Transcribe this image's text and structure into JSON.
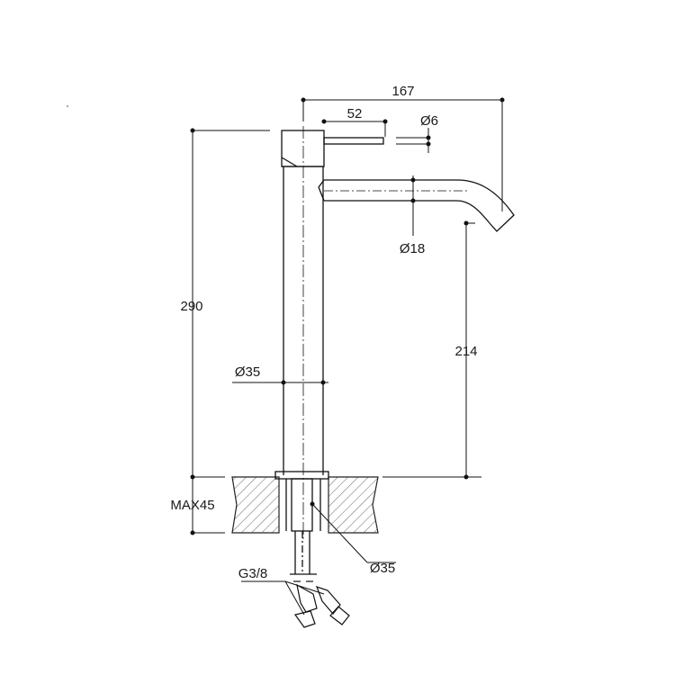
{
  "drawing": {
    "dimensions": {
      "overall_width": "167",
      "handle_length": "52",
      "handle_diameter": "Ø6",
      "spout_diameter": "Ø18",
      "overall_height": "290",
      "spout_height": "214",
      "body_diameter": "Ø35",
      "max_deck_thickness": "MAX45",
      "base_diameter": "Ø35",
      "connection_thread": "G3/8"
    }
  }
}
